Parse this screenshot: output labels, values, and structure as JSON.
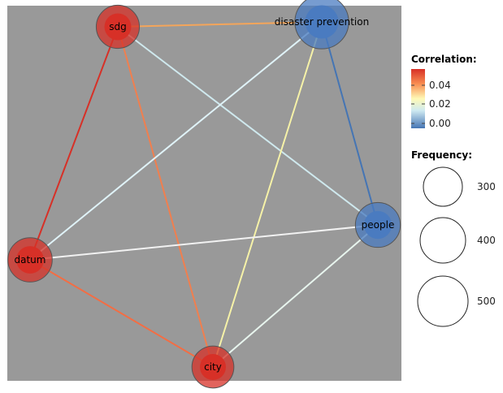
{
  "graph": {
    "nodes": [
      {
        "id": "sdg",
        "label": "sdg",
        "frequency": 360,
        "correlation_color": "#d73027"
      },
      {
        "id": "dp",
        "label": "disaster prevention",
        "frequency": 560,
        "correlation_color": "#4a7bc0"
      },
      {
        "id": "people",
        "label": "people",
        "frequency": 390,
        "correlation_color": "#4a7bc0"
      },
      {
        "id": "datum",
        "label": "datum",
        "frequency": 380,
        "correlation_color": "#d73027"
      },
      {
        "id": "city",
        "label": "city",
        "frequency": 340,
        "correlation_color": "#d73027"
      }
    ],
    "edges": [
      {
        "from": "sdg",
        "to": "dp",
        "color": "#f4a55a",
        "correlation": 0.04
      },
      {
        "from": "sdg",
        "to": "datum",
        "color": "#d73027",
        "correlation": 0.055
      },
      {
        "from": "sdg",
        "to": "city",
        "color": "#f07f4f",
        "correlation": 0.045
      },
      {
        "from": "sdg",
        "to": "people",
        "color": "#cfe9ee",
        "correlation": 0.005
      },
      {
        "from": "dp",
        "to": "datum",
        "color": "#e0f3f8",
        "correlation": 0.008
      },
      {
        "from": "dp",
        "to": "city",
        "color": "#f6f2a8",
        "correlation": 0.022
      },
      {
        "from": "dp",
        "to": "people",
        "color": "#4575b4",
        "correlation": -0.01
      },
      {
        "from": "datum",
        "to": "people",
        "color": "#f2f2f2",
        "correlation": 0.012
      },
      {
        "from": "datum",
        "to": "city",
        "color": "#f46d43",
        "correlation": 0.048
      },
      {
        "from": "city",
        "to": "people",
        "color": "#e8f5ee",
        "correlation": 0.01
      }
    ]
  },
  "legend": {
    "correlation_title": "Correlation:",
    "correlation_ticks": [
      "0.04",
      "0.02",
      "0.00"
    ],
    "frequency_title": "Frequency:",
    "frequency_values": [
      "300",
      "400",
      "500"
    ]
  }
}
